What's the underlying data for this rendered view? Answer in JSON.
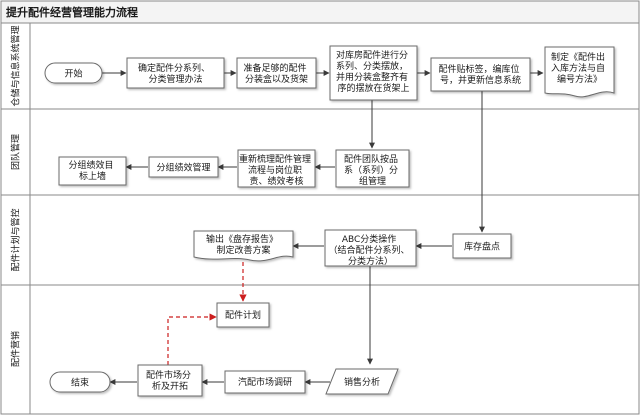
{
  "title": "提升配件经营管理能力流程",
  "lanes": [
    {
      "id": "warehouse",
      "label": "仓储与信息系统管理"
    },
    {
      "id": "team",
      "label": "团队管理"
    },
    {
      "id": "plan",
      "label": "配件计划与管控"
    },
    {
      "id": "marketing",
      "label": "配件营销"
    }
  ],
  "nodes": {
    "start": "开始",
    "define": "确定配件分系列、分类管理办法",
    "prepare": "准备足够的配件分装盒以及货架",
    "stock_sort": "对库房配件进行分系列、分类摆放，并用分装盒整齐有序的摆放在货架上",
    "label": "配件贴标签，编库位号，并更新信息系统",
    "doc_inout": "制定《配件出入库方法与自编号方法》",
    "team_split": "配件团队按品系（系列）分组管理",
    "reorg": "重新梳理配件管理流程与岗位职责、绩效考核",
    "perf": "分组绩效管理",
    "perf_wall": "分组绩效目标上墙",
    "inventory": "库存盘点",
    "abc": "ABC分类操作（结合配件分系列、分类方法）",
    "report": "输出《盘存报告》制定改善方案",
    "plan_node": "配件计划",
    "sales": "销售分析",
    "research": "汽配市场调研",
    "market": "配件市场分析及开拓",
    "end": "结束"
  },
  "colors": {
    "box_border": "#6a6a6a",
    "arrow": "#3a3a3a",
    "dashed_arrow": "#cc1e1e",
    "lane_border": "#8a8a8a",
    "box_fill": "#ffffff"
  }
}
